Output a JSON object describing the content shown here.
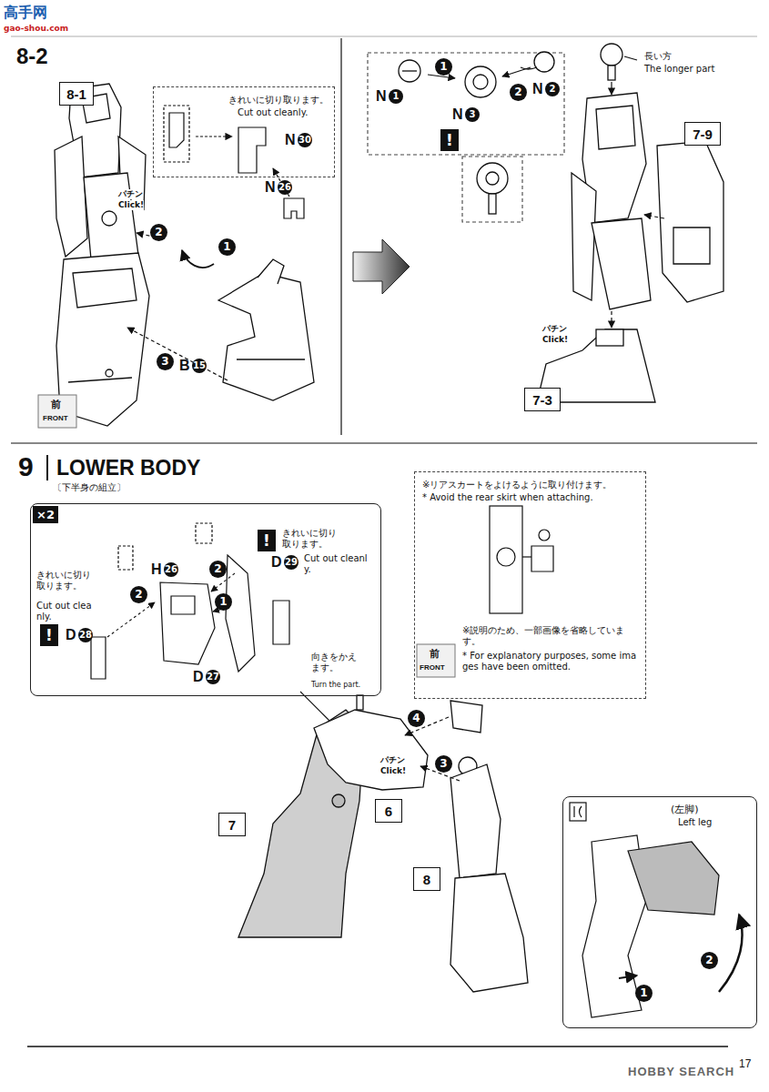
{
  "diagram": {
    "title": "LOWER BODY",
    "nodes": [
      {
        "text": [
          "8-1"
        ]
      },
      {
        "text": [
          "きれいに切り取ります。",
          "Cut out cleanly."
        ]
      },
      {
        "text": [
          "7-9"
        ]
      },
      {
        "text": [
          "7-3"
        ]
      },
      {
        "text": [
          "×2"
        ]
      },
      {
        "text": [
          "※リアスカートをよけるように取り付けます。",
          "* Avoid the rear skirt when attaching.",
          "※説明のため、一部画像を省略しています。",
          "* For explanatory purposes, some images have been omitted."
        ]
      },
      {
        "text": [
          "7"
        ]
      },
      {
        "text": [
          "6"
        ]
      },
      {
        "text": [
          "8"
        ]
      },
      {
        "text": [
          "(左脚)",
          "Left leg"
        ]
      }
    ],
    "labels": [
      "高手网",
      "gao-shou.com",
      "8-2",
      "N",
      "30",
      "N",
      "26",
      "B",
      "15",
      "1",
      "2",
      "3",
      "パチン",
      "Click!",
      "前",
      "FRONT",
      "N",
      "1",
      "1",
      "2",
      "N",
      "2",
      "N",
      "3",
      "!",
      "長い方",
      "The longer part",
      "パチン",
      "Click!",
      "9",
      "〔下半身の組立〕",
      "きれいに切り取ります。",
      "Cut out cleanly.",
      "!",
      "D",
      "28",
      "H",
      "26",
      "2",
      "2",
      "!",
      "きれいに切り取ります。",
      "D",
      "29",
      "Cut out cleanly.",
      "1",
      "D",
      "27",
      "向きをかえます。",
      "Turn the part.",
      "前",
      "FRONT",
      "4",
      "3",
      "パチン",
      "Click!",
      "1",
      "2",
      "17",
      "HOBBY SEARCH"
    ]
  }
}
